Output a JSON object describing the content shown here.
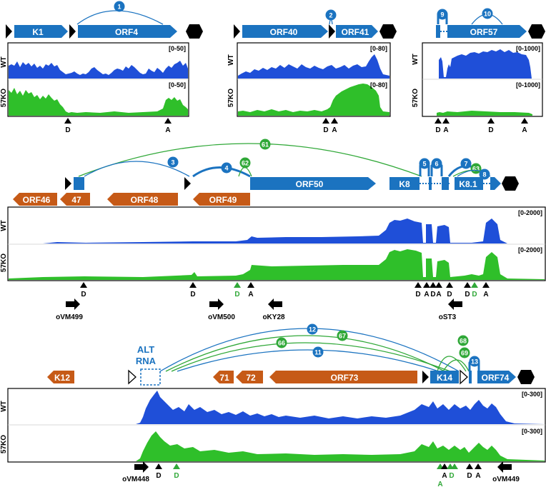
{
  "colors": {
    "blue": "#1b73c0",
    "green": "#30a838",
    "orange": "#c65a17",
    "black": "#000000",
    "track_blue": "#1f4fd8",
    "track_green": "#2fbf2a",
    "alt_rna": "#1b73c0"
  },
  "track_labels": {
    "wt": "WT",
    "ko": "57KO"
  },
  "panel1": {
    "genes": {
      "k1": "K1",
      "orf4": "ORF4"
    },
    "junctions": [
      "1"
    ],
    "ranges": {
      "wt": "[0-50]",
      "ko": "[0-50]"
    },
    "sites": [
      "D",
      "A"
    ]
  },
  "panel2": {
    "genes": {
      "orf40": "ORF40",
      "orf41": "ORF41"
    },
    "junctions": [
      "2"
    ],
    "ranges": {
      "wt": "[0-80]",
      "ko": "[0-80]"
    },
    "sites": [
      "D",
      "A"
    ]
  },
  "panel3": {
    "genes": {
      "orf57": "ORF57"
    },
    "junctions": [
      "9",
      "10"
    ],
    "ranges": {
      "wt": "[0-1000]",
      "ko": "[0-1000]"
    },
    "sites": [
      "D",
      "A",
      "D",
      "A"
    ]
  },
  "panel4": {
    "genes": {
      "orf46": "ORF46",
      "g47": "47",
      "orf48": "ORF48",
      "orf49": "ORF49",
      "orf50": "ORF50",
      "k8": "K8",
      "k81": "K8.1"
    },
    "junctions": [
      "61",
      "3",
      "4",
      "62",
      "5",
      "6",
      "7",
      "63",
      "8"
    ],
    "ranges": {
      "wt": "[0-2000]",
      "ko": "[0-2000]"
    },
    "sites": [
      "D",
      "D",
      "D",
      "A",
      "D",
      "A",
      "D",
      "A",
      "D",
      "D",
      "D",
      "A"
    ],
    "primers": [
      "oVM499",
      "oVM500",
      "oKY28",
      "oST3"
    ]
  },
  "panel5": {
    "alt_rna": [
      "ALT",
      "RNA"
    ],
    "genes": {
      "k12": "K12",
      "g71": "71",
      "g72": "72",
      "orf73": "ORF73",
      "k14": "K14",
      "orf74": "ORF74"
    },
    "junctions": [
      "12",
      "67",
      "66",
      "11",
      "68",
      "69",
      "13"
    ],
    "ranges": {
      "wt": "[0-300]",
      "ko": "[0-300]"
    },
    "sites": [
      "D",
      "D",
      "A",
      "A",
      "D",
      "D",
      "A"
    ],
    "primers": [
      "oVM448",
      "oVM449"
    ]
  }
}
